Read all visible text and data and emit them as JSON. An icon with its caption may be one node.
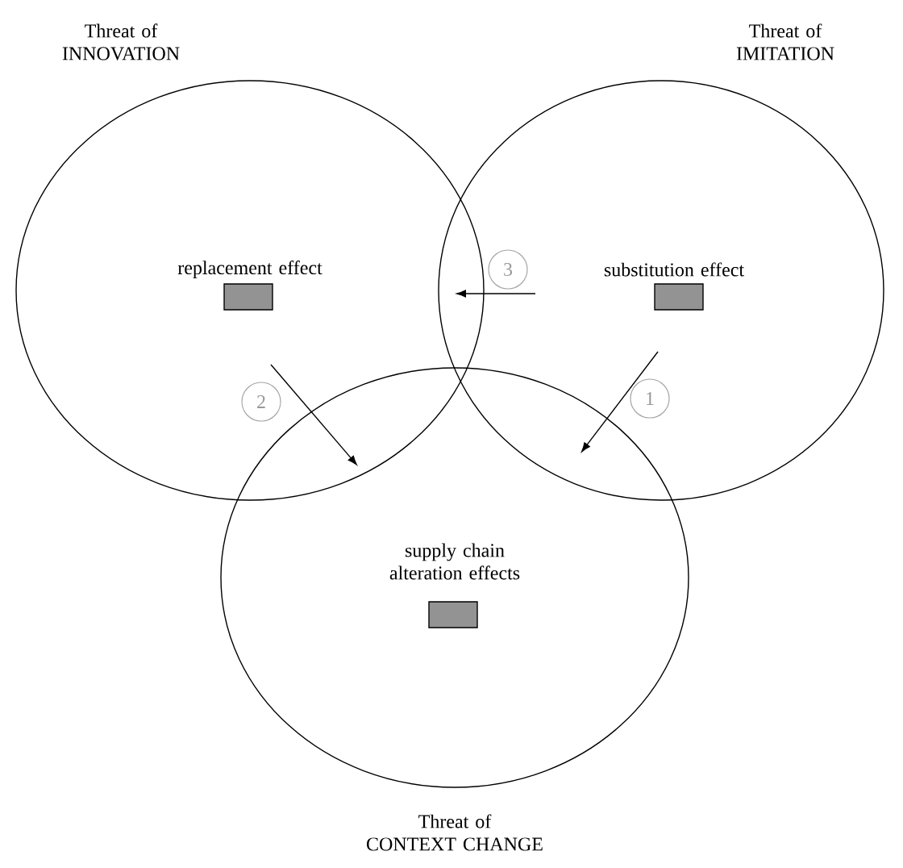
{
  "diagram": {
    "nodes": [
      {
        "text": [
          "Threat of INNOVATION",
          "replacement effect"
        ]
      },
      {
        "text": [],
        "shape": "box",
        "in": 0
      },
      {
        "text": [
          "Threat of IMITATION",
          "substitution effect"
        ]
      },
      {
        "text": [],
        "shape": "box",
        "in": 2
      },
      {
        "text": [
          "supply chain alteration effects",
          "Threat of CONTEXT CHANGE"
        ]
      },
      {
        "text": [],
        "shape": "box",
        "in": 4
      },
      {
        "text": [
          "3"
        ],
        "in": 2
      },
      {
        "text": [
          "2"
        ],
        "in": 0
      },
      {
        "text": [
          "1"
        ],
        "in": 2
      }
    ]
  }
}
